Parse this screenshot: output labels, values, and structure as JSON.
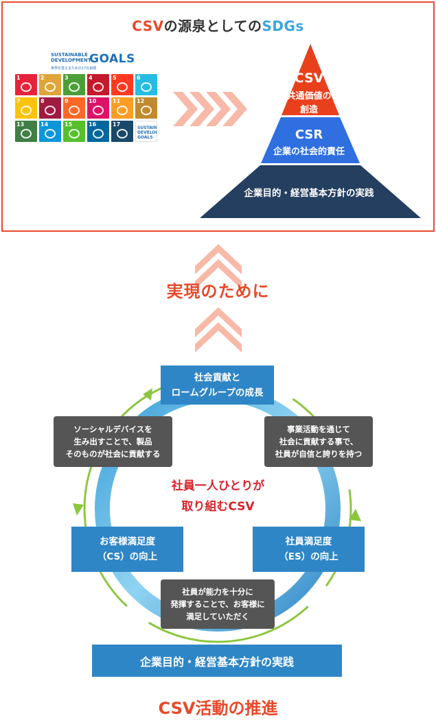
{
  "top": {
    "title_csv": "CSV",
    "title_mid": "の源泉としての",
    "title_sdgs": "SDGs",
    "sdg_logo": {
      "line1": "SUSTAINABLE",
      "line2": "DEVELOPMENT",
      "goals": "GOALS",
      "sub": "世界を変えるための17の目標"
    },
    "sdg_tiles": [
      {
        "num": "1",
        "color": "#e5243b"
      },
      {
        "num": "2",
        "color": "#dda63a"
      },
      {
        "num": "3",
        "color": "#4c9f38"
      },
      {
        "num": "4",
        "color": "#c5192d"
      },
      {
        "num": "5",
        "color": "#ff3a21"
      },
      {
        "num": "6",
        "color": "#26bde2"
      },
      {
        "num": "7",
        "color": "#fcc30b"
      },
      {
        "num": "8",
        "color": "#a21942"
      },
      {
        "num": "9",
        "color": "#fd6925"
      },
      {
        "num": "10",
        "color": "#dd1367"
      },
      {
        "num": "11",
        "color": "#fd9d24"
      },
      {
        "num": "12",
        "color": "#bf8b2e"
      },
      {
        "num": "13",
        "color": "#3f7e44"
      },
      {
        "num": "14",
        "color": "#0a97d9"
      },
      {
        "num": "15",
        "color": "#56c02b"
      },
      {
        "num": "16",
        "color": "#00689d"
      },
      {
        "num": "17",
        "color": "#19486a"
      }
    ],
    "sdg_tile_logo": "SUSTAINABLE DEVELOPMENT GOALS",
    "pyramid": {
      "csv_title": "CSV",
      "csv_sub1": "共通価値の",
      "csv_sub2": "創造",
      "csr_title": "CSR",
      "csr_sub": "企業の社会的責任",
      "base": "企業目的・経営基本方針の実践",
      "colors": {
        "top": "#e8401c",
        "middle": "#2f6fe0",
        "base": "#243f5f"
      }
    }
  },
  "realize": "実現のために",
  "cycle": {
    "top_line1": "社会貢献と",
    "top_line2": "ロームグループの成長",
    "left_line1": "お客様満足度",
    "left_line2": "（CS）の向上",
    "right_line1": "社員満足度",
    "right_line2": "（ES）の向上",
    "bottom_box": "企業目的・経営基本方針の実践",
    "gray_left": [
      "ソーシャルデバイスを",
      "生み出すことで、製品",
      "そのものが社会に貢献する"
    ],
    "gray_right": [
      "事業活動を通じて",
      "社会に貢献する事で、",
      "社員が自信と誇りを持つ"
    ],
    "gray_bottom": [
      "社員が能力を十分に",
      "発揮することで、お客様に",
      "満足していただく"
    ],
    "center_line1": "社員一人ひとりが",
    "center_line2": "取り組むCSV"
  },
  "bottom_title": "CSV活動の推進"
}
